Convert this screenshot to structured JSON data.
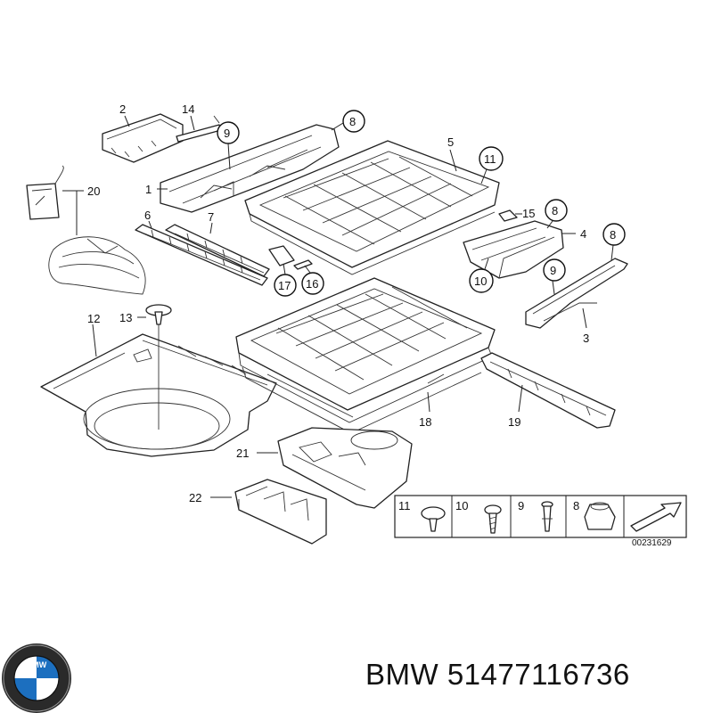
{
  "brand": {
    "logo_text": "BMW"
  },
  "footer": {
    "brand": "BMW",
    "part_number": "51477116736"
  },
  "callouts": {
    "c1": "1",
    "c2": "2",
    "c3": "3",
    "c4": "4",
    "c5": "5",
    "c6": "6",
    "c7": "7",
    "c8a": "8",
    "c8b": "8",
    "c8c": "8",
    "c9a": "9",
    "c9b": "9",
    "c10": "10",
    "c11": "11",
    "c12": "12",
    "c13": "13",
    "c14": "14",
    "c15": "15",
    "c16": "16",
    "c17": "17",
    "c18": "18",
    "c19": "19",
    "c20": "20",
    "c21": "21",
    "c22": "22"
  },
  "legend": {
    "items": [
      "11",
      "10",
      "9",
      "8"
    ],
    "code": "00231629"
  }
}
